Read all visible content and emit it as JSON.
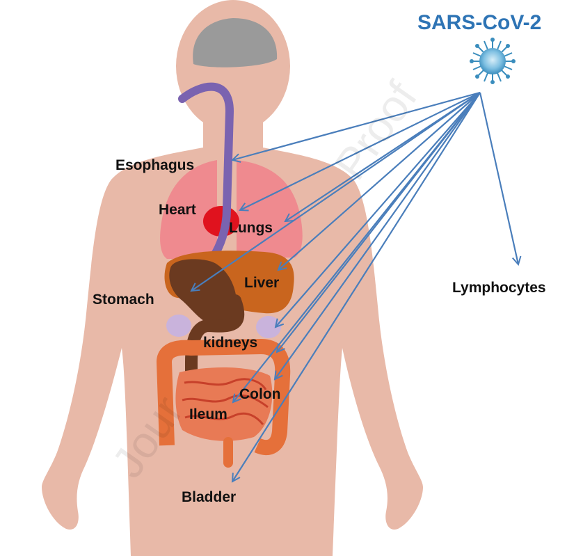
{
  "title": "SARS-CoV-2",
  "watermark": {
    "upper": "Proof",
    "lower": "Jour"
  },
  "organs": {
    "esophagus": "Esophagus",
    "heart": "Heart",
    "lungs": "Lungs",
    "liver": "Liver",
    "stomach": "Stomach",
    "kidneys": "kidneys",
    "colon": "Colon",
    "ileum": "Ileum",
    "bladder": "Bladder",
    "lymphocytes": "Lymphocytes"
  },
  "colors": {
    "title": "#2e74b5",
    "arrow": "#4a7ebb",
    "skin": "#e8b9a8",
    "lungs": "#f0818b",
    "heart": "#e0121e",
    "liver": "#c9651e",
    "stomach": "#6b3a20",
    "kidney": "#c9b3dc",
    "intestine": "#e5703a",
    "esophagus": "#7a63b0",
    "virus": "#5ba8d4"
  }
}
